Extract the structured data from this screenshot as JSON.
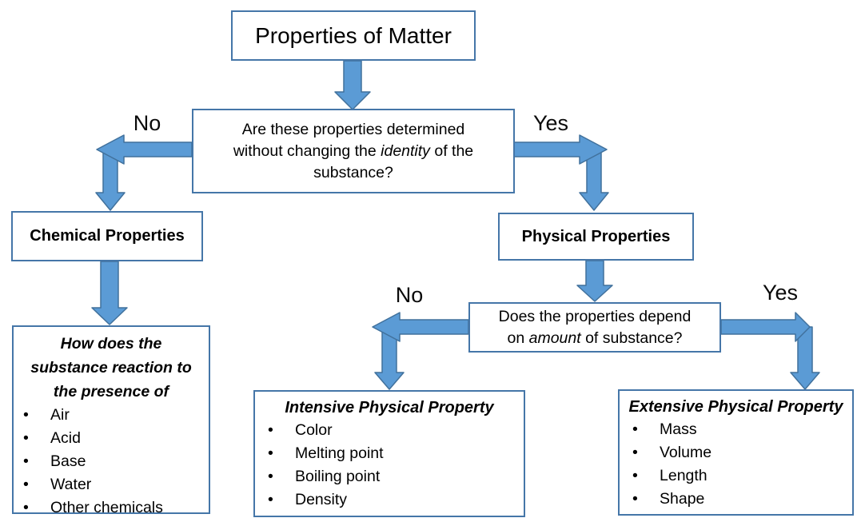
{
  "title": "Properties of Matter",
  "decision1": {
    "line1": "Are these properties determined",
    "line2_pre": "without changing the ",
    "line2_italic": "identity",
    "line2_post": " of the",
    "line3": "substance?"
  },
  "decision2": {
    "line1": "Does the properties depend",
    "line2_pre": "on ",
    "line2_italic": "amount",
    "line2_post": " of substance?"
  },
  "labels": {
    "no1": "No",
    "yes1": "Yes",
    "no2": "No",
    "yes2": "Yes"
  },
  "chemical": {
    "title": "Chemical Properties"
  },
  "physical": {
    "title": "Physical Properties"
  },
  "howdoes": {
    "heading": [
      "How does the",
      "substance reaction to",
      "the presence of"
    ],
    "items": [
      "Air",
      "Acid",
      "Base",
      "Water",
      "Other chemicals"
    ]
  },
  "intensive": {
    "heading": "Intensive Physical Property",
    "items": [
      "Color",
      "Melting point",
      "Boiling point",
      "Density"
    ]
  },
  "extensive": {
    "heading": "Extensive Physical Property",
    "items": [
      "Mass",
      "Volume",
      "Length",
      "Shape"
    ]
  },
  "ui": {
    "bullet": "•"
  },
  "colors": {
    "arrow_fill": "#5B9BD5",
    "arrow_stroke": "#41719C",
    "box_border": "#4576A8"
  }
}
